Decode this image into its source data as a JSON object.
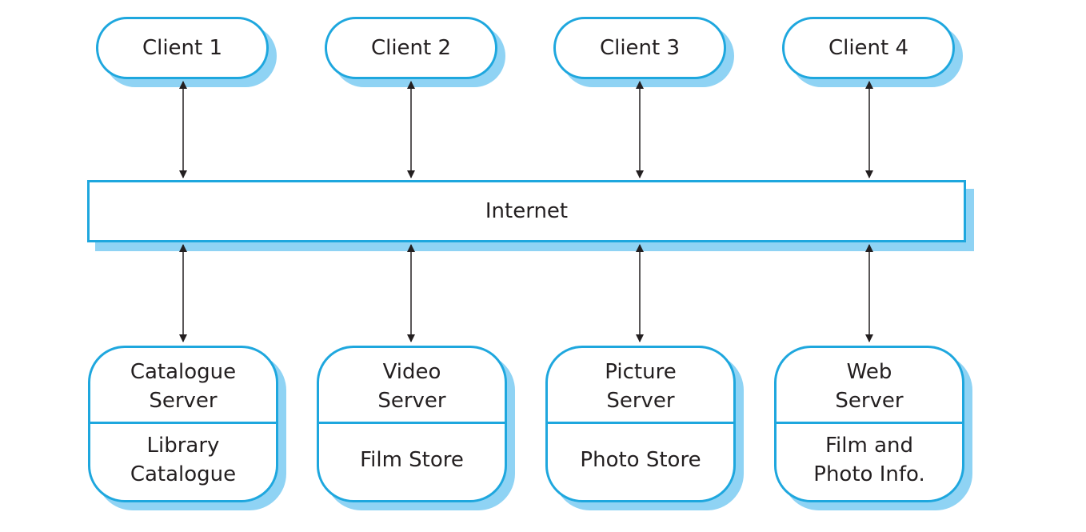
{
  "clients": [
    {
      "label": "Client 1"
    },
    {
      "label": "Client 2"
    },
    {
      "label": "Client 3"
    },
    {
      "label": "Client 4"
    }
  ],
  "network": {
    "label": "Internet"
  },
  "servers": [
    {
      "name": "Catalogue\nServer",
      "store": "Library\nCatalogue"
    },
    {
      "name": "Video\nServer",
      "store": "Film Store"
    },
    {
      "name": "Picture\nServer",
      "store": "Photo Store"
    },
    {
      "name": "Web\nServer",
      "store": "Film and\nPhoto Info."
    }
  ],
  "colors": {
    "border": "#1ea7de",
    "shadow": "#8fd3f4",
    "connector": "#231f20",
    "text": "#231f20"
  }
}
